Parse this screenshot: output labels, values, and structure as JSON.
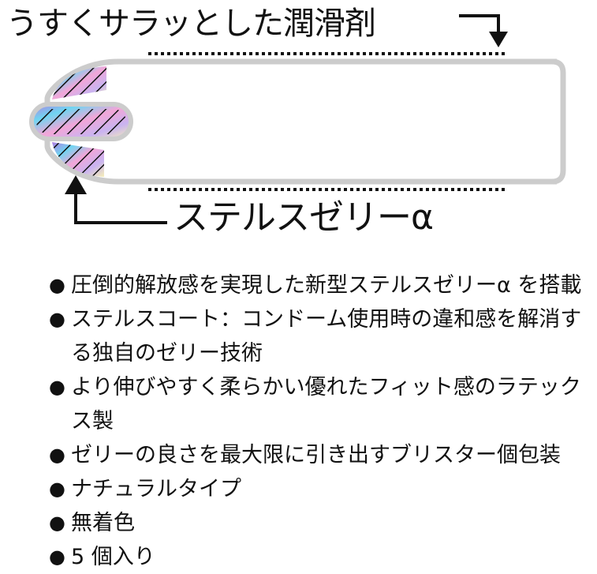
{
  "diagram": {
    "top_label": "うすくサラッとした潤滑剤",
    "bottom_label": "ステルスゼリーα"
  },
  "features": {
    "bullet": "●",
    "items": [
      "圧倒的解放感を実現した新型ステルスゼリーα を搭載",
      "ステルスコート：コンドーム使用時の違和感を解消する独自のゼリー技術",
      "より伸びやすく柔らかい優れたフィット感のラテックス製",
      "ゼリーの良さを最大限に引き出すブリスター個包装",
      "ナチュラルタイプ",
      "無着色",
      "5 個入り"
    ]
  }
}
